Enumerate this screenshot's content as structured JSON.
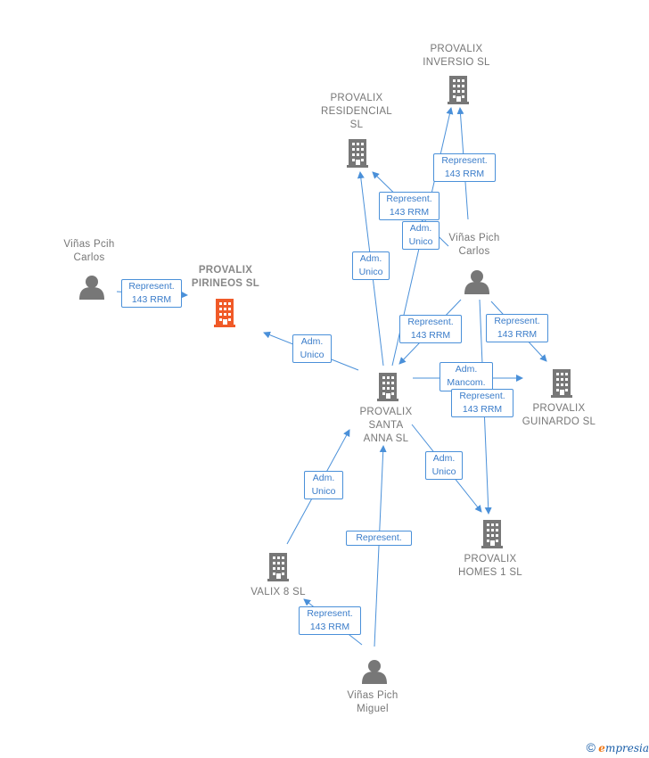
{
  "colors": {
    "edge": "#4a90d9",
    "building": "#777777",
    "focus_building": "#f05a28",
    "person": "#777777"
  },
  "nodes": {
    "inversio": {
      "label": "PROVALIX\nINVERSIO  SL",
      "icon": "building-icon"
    },
    "residencial": {
      "label": "PROVALIX\nRESIDENCIAL\nSL",
      "icon": "building-icon"
    },
    "pirineos": {
      "label": "PROVALIX\nPIRINEOS  SL",
      "icon": "building-icon"
    },
    "vinas_pcih": {
      "label": "Viñas Pcih\nCarlos",
      "icon": "person-icon"
    },
    "vinas_pich_carlos": {
      "label": "Viñas Pich\nCarlos",
      "icon": "person-icon"
    },
    "santa_anna": {
      "label": "PROVALIX\nSANTA\nANNA SL",
      "icon": "building-icon"
    },
    "guinardo": {
      "label": "PROVALIX\nGUINARDO  SL",
      "icon": "building-icon"
    },
    "homes1": {
      "label": "PROVALIX\nHOMES 1  SL",
      "icon": "building-icon"
    },
    "valix8": {
      "label": "VALIX 8  SL",
      "icon": "building-icon"
    },
    "vinas_pich_miguel": {
      "label": "Viñas Pich\nMiguel",
      "icon": "person-icon"
    }
  },
  "edge_labels": {
    "e1": "Represent.\n143 RRM",
    "e2": "Represent.\n143 RRM",
    "e3": "Adm.\nUnico",
    "e4": "Adm.\nUnico",
    "e5": "Represent.\n143 RRM",
    "e6": "Adm.\nUnico",
    "e7": "Represent.\n143 RRM",
    "e8": "Represent.\n143 RRM",
    "e9": "Adm.\nMancom.",
    "e10": "Represent.\n143 RRM",
    "e11": "Adm.\nUnico",
    "e12": "Adm.\nUnico",
    "e13": "Represent.",
    "e14": "Represent.\n143 RRM"
  },
  "footer": {
    "copyright": "©",
    "brand_initial": "e",
    "brand_rest": "mpresia"
  }
}
